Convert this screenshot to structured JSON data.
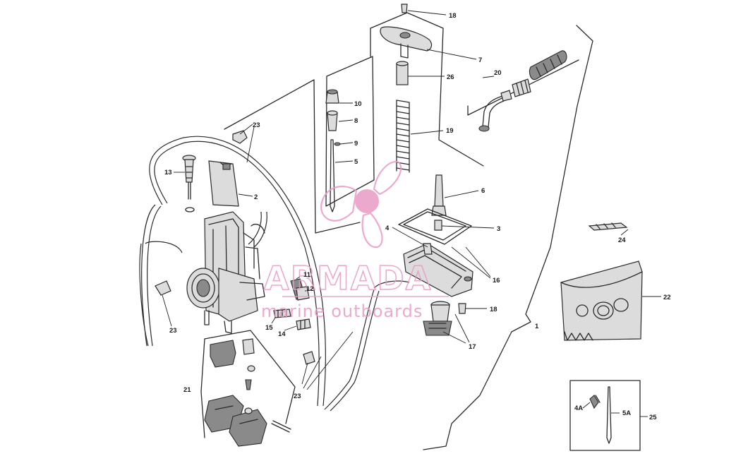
{
  "brand": {
    "name": "ARMADA",
    "tagline": "marine outboards",
    "color": "#e99bc6"
  },
  "callouts": {
    "c1": "1",
    "c2": "2",
    "c3": "3",
    "c4": "4",
    "c5": "5",
    "c6": "6",
    "c7": "7",
    "c8": "8",
    "c9": "9",
    "c10": "10",
    "c11": "11",
    "c12": "12",
    "c13": "13",
    "c14": "14",
    "c15": "15",
    "c16": "16",
    "c17": "17",
    "c18a": "18",
    "c18b": "18",
    "c19": "19",
    "c20": "20",
    "c21": "21",
    "c22": "22",
    "c23a": "23",
    "c23b": "23",
    "c23c": "23",
    "c24": "24",
    "c25": "25",
    "c26": "26",
    "c4A": "4A",
    "c5A": "5A"
  }
}
